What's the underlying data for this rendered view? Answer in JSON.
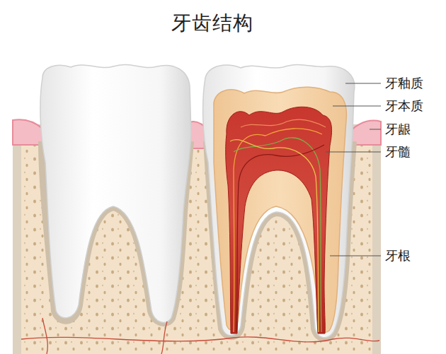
{
  "diagram": {
    "title": "牙齿结构",
    "labels": [
      "牙釉质",
      "牙本质",
      "牙龈",
      "牙髓",
      "牙根"
    ]
  }
}
